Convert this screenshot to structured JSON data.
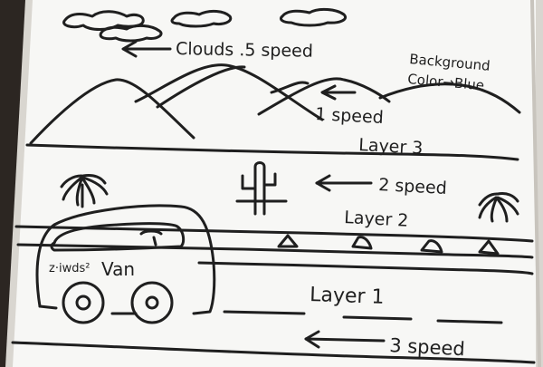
{
  "whiteboard": {
    "annotations": {
      "clouds": "Clouds .5 speed",
      "background_line1": "Background",
      "background_line2": "Color→Blue",
      "mountains_speed": "1 speed",
      "layer3": "Layer 3",
      "desert_speed": "2 speed",
      "layer2": "Layer 2",
      "van": "Van",
      "van_scribble": "z·iwds²",
      "layer1": "Layer 1",
      "road_speed": "3 speed"
    }
  },
  "colors": {
    "board": "#f7f7f5",
    "ink": "#1f1f1f",
    "frame": "#d9d6d0",
    "wall": "#2c2622"
  }
}
